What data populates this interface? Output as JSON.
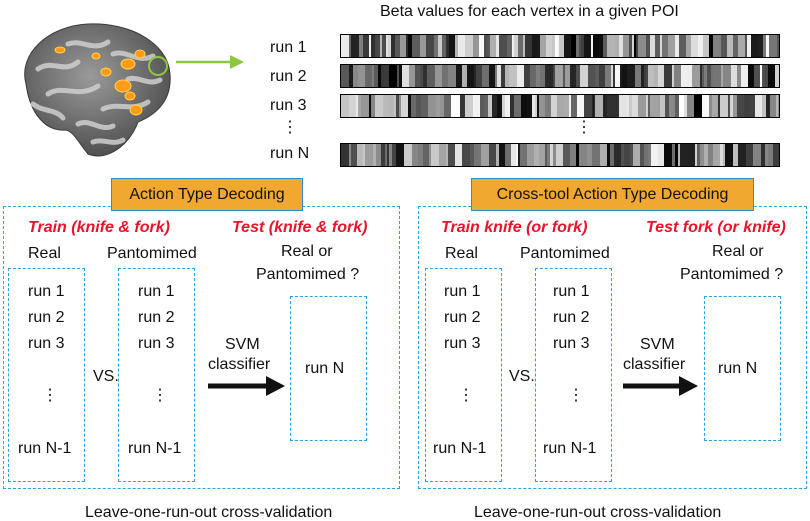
{
  "top": {
    "beta_title": "Beta values for each vertex in a given POI",
    "run_labels": [
      "run 1",
      "run 2",
      "run 3",
      "⋮",
      "run N"
    ],
    "mid_dots": "⋮"
  },
  "panels": [
    {
      "banner": "Action Type Decoding",
      "train_label": "Train (knife & fork)",
      "test_label": "Test (knife & fork)",
      "col1_header": "Real",
      "col2_header": "Pantomimed",
      "test_header_line1": "Real or",
      "test_header_line2": "Pantomimed ?",
      "runs": [
        "run 1",
        "run 2",
        "run 3",
        "⋮",
        "run N-1"
      ],
      "vs": "VS.",
      "svm_line1": "SVM",
      "svm_line2": "classifier",
      "test_run": "run N",
      "footer": "Leave-one-run-out cross-validation"
    },
    {
      "banner": "Cross-tool Action Type Decoding",
      "train_label": "Train knife (or fork)",
      "test_label": "Test fork (or knife)",
      "col1_header": "Real",
      "col2_header": "Pantomimed",
      "test_header_line1": "Real or",
      "test_header_line2": "Pantomimed ?",
      "runs": [
        "run 1",
        "run 2",
        "run 3",
        "⋮",
        "run N-1"
      ],
      "vs": "VS.",
      "svm_line1": "SVM",
      "svm_line2": "classifier",
      "test_run": "run N",
      "footer": "Leave-one-run-out cross-validation"
    }
  ],
  "colors": {
    "dashed_border": "#2ba3e0",
    "banner_fill": "#f0a830",
    "train_test_text": "#e8142a",
    "brain_arrow": "#8dc63f"
  }
}
